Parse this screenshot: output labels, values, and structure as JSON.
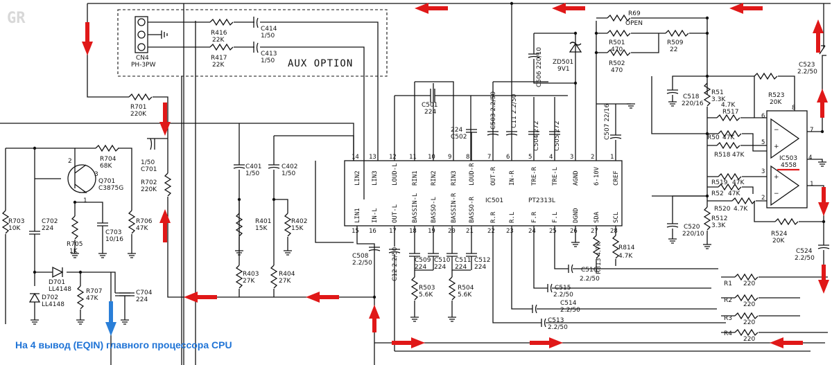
{
  "watermark": "GR",
  "note": "На 4 вывод (EQIN) главного процессора CPU",
  "aux_option": "AUX OPTION",
  "connector": {
    "ref": "CN4",
    "type": "PH-3PW"
  },
  "ic_main": {
    "ref": "IC501",
    "part": "PT2313L",
    "top_pins": [
      {
        "num": "14",
        "name": "LIN2"
      },
      {
        "num": "13",
        "name": "LIN3"
      },
      {
        "num": "12",
        "name": "LOUD-L"
      },
      {
        "num": "11",
        "name": "RIN1"
      },
      {
        "num": "10",
        "name": "RIN2"
      },
      {
        "num": "9",
        "name": "RIN3"
      },
      {
        "num": "8",
        "name": "LOUD-R"
      },
      {
        "num": "7",
        "name": "OUT-R"
      },
      {
        "num": "6",
        "name": "IN-R"
      },
      {
        "num": "5",
        "name": "TRE-R"
      },
      {
        "num": "4",
        "name": "TRE-L"
      },
      {
        "num": "3",
        "name": "AGND"
      },
      {
        "num": "2",
        "name": "6-10V"
      },
      {
        "num": "1",
        "name": "CREF"
      }
    ],
    "bottom_pins": [
      {
        "num": "15",
        "name": "LIN1"
      },
      {
        "num": "16",
        "name": "IN-L"
      },
      {
        "num": "17",
        "name": "OUT-L"
      },
      {
        "num": "18",
        "name": "BASSIN-L"
      },
      {
        "num": "19",
        "name": "BASSO-L"
      },
      {
        "num": "20",
        "name": "BASSIN-R"
      },
      {
        "num": "21",
        "name": "BASSO-R"
      },
      {
        "num": "22",
        "name": "R.R"
      },
      {
        "num": "23",
        "name": "R.L"
      },
      {
        "num": "24",
        "name": "F.R"
      },
      {
        "num": "25",
        "name": "F.L"
      },
      {
        "num": "26",
        "name": "DGND"
      },
      {
        "num": "27",
        "name": "SDA"
      },
      {
        "num": "28",
        "name": "SCL"
      }
    ]
  },
  "ic_opamp": {
    "ref": "IC503",
    "part": "4558",
    "pins": [
      "6",
      "5",
      "7",
      "3",
      "2",
      "1",
      "8",
      "4"
    ]
  },
  "transistor": {
    "ref": "Q701",
    "part": "C3875G"
  },
  "diodes": [
    {
      "ref": "D701",
      "part": "LL4148"
    },
    {
      "ref": "D702",
      "part": "LL4148"
    },
    {
      "ref": "ZD501",
      "part": "9V1"
    }
  ],
  "resistors": [
    {
      "ref": "R416",
      "value": "22K"
    },
    {
      "ref": "R417",
      "value": "22K"
    },
    {
      "ref": "R701",
      "value": "220K"
    },
    {
      "ref": "R704",
      "value": "68K"
    },
    {
      "ref": "R702",
      "value": "220K"
    },
    {
      "ref": "R703",
      "value": "10K"
    },
    {
      "ref": "R705",
      "value": "1K"
    },
    {
      "ref": "R706",
      "value": "47K"
    },
    {
      "ref": "R707",
      "value": "47K"
    },
    {
      "ref": "R401",
      "value": "15K"
    },
    {
      "ref": "R402",
      "value": "15K"
    },
    {
      "ref": "R403",
      "value": "27K"
    },
    {
      "ref": "R404",
      "value": "27K"
    },
    {
      "ref": "R503",
      "value": "5.6K"
    },
    {
      "ref": "R504",
      "value": "5.6K"
    },
    {
      "ref": "R69",
      "value": "OPEN"
    },
    {
      "ref": "R501",
      "value": "470"
    },
    {
      "ref": "R502",
      "value": "470"
    },
    {
      "ref": "R509",
      "value": "22"
    },
    {
      "ref": "R51",
      "value": "3.3K"
    },
    {
      "ref": "R517",
      "value": "4.7K"
    },
    {
      "ref": "R50",
      "value": "47K"
    },
    {
      "ref": "R518",
      "value": "47K"
    },
    {
      "ref": "R519",
      "value": "47K"
    },
    {
      "ref": "R52",
      "value": "47K"
    },
    {
      "ref": "R520",
      "value": "4.7K"
    },
    {
      "ref": "R512",
      "value": "3.3K"
    },
    {
      "ref": "R523",
      "value": "20K"
    },
    {
      "ref": "R524",
      "value": "20K"
    },
    {
      "ref": "R813",
      "value": "4.7K"
    },
    {
      "ref": "R814",
      "value": "4.7K"
    },
    {
      "ref": "R1",
      "value": "220"
    },
    {
      "ref": "R2",
      "value": "220"
    },
    {
      "ref": "R3",
      "value": "220"
    },
    {
      "ref": "R4",
      "value": "220"
    }
  ],
  "capacitors": [
    {
      "ref": "C414",
      "value": "1/50"
    },
    {
      "ref": "C413",
      "value": "1/50"
    },
    {
      "ref": "C701",
      "value": "1/50"
    },
    {
      "ref": "C702",
      "value": "224"
    },
    {
      "ref": "C703",
      "value": "10/16"
    },
    {
      "ref": "C704",
      "value": "224"
    },
    {
      "ref": "C401",
      "value": "1/50"
    },
    {
      "ref": "C402",
      "value": "1/50"
    },
    {
      "ref": "C501",
      "value": "224"
    },
    {
      "ref": "C502",
      "value": "224"
    },
    {
      "ref": "C503",
      "value": "2.2/50"
    },
    {
      "ref": "C11",
      "value": "2.2/50"
    },
    {
      "ref": "C504",
      "value": "272"
    },
    {
      "ref": "C505",
      "value": "272"
    },
    {
      "ref": "C506",
      "value": "220/10"
    },
    {
      "ref": "C507",
      "value": "22/16"
    },
    {
      "ref": "C508",
      "value": "2.2/50"
    },
    {
      "ref": "C12",
      "value": "2.2/50"
    },
    {
      "ref": "C509",
      "value": "224"
    },
    {
      "ref": "C510",
      "value": "224"
    },
    {
      "ref": "C511",
      "value": "224"
    },
    {
      "ref": "C512",
      "value": "224"
    },
    {
      "ref": "C516",
      "value": "2.2/50"
    },
    {
      "ref": "C515",
      "value": "2.2/50"
    },
    {
      "ref": "C514",
      "value": "2.2/50"
    },
    {
      "ref": "C513",
      "value": "2.2/50"
    },
    {
      "ref": "C518",
      "value": "220/16"
    },
    {
      "ref": "C520",
      "value": "220/10"
    },
    {
      "ref": "C523",
      "value": "2.2/50"
    },
    {
      "ref": "C524",
      "value": "2.2/50"
    }
  ],
  "colors": {
    "wire": "#111111",
    "arrow": "#e01818",
    "note": "#1e73d6",
    "highlight": "#e01818"
  }
}
